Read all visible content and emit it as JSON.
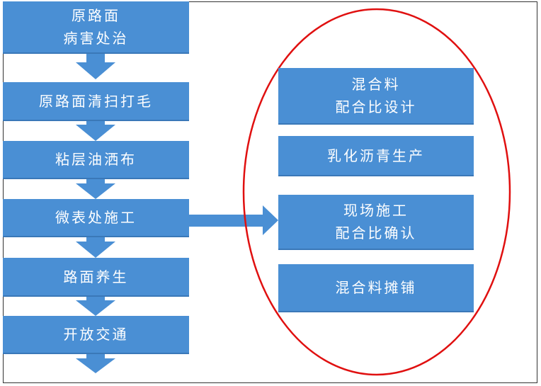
{
  "flow_steps": [
    {
      "line1": "原路面",
      "line2": "病害处治"
    },
    {
      "line1": "原路面清扫打毛",
      "line2": ""
    },
    {
      "line1": "粘层油洒布",
      "line2": ""
    },
    {
      "line1": "微表处施工",
      "line2": ""
    },
    {
      "line1": "路面养生",
      "line2": ""
    },
    {
      "line1": "开放交通",
      "line2": ""
    }
  ],
  "detail_steps": [
    {
      "line1": "混合料",
      "line2": "配合比设计"
    },
    {
      "line1": "乳化沥青生产",
      "line2": ""
    },
    {
      "line1": "现场施工",
      "line2": "配合比确认"
    },
    {
      "line1": "混合料摊铺",
      "line2": ""
    }
  ],
  "colors": {
    "box": "#4a8fd4",
    "arrow": "#4a8fd4",
    "ellipse": "#e01010"
  }
}
